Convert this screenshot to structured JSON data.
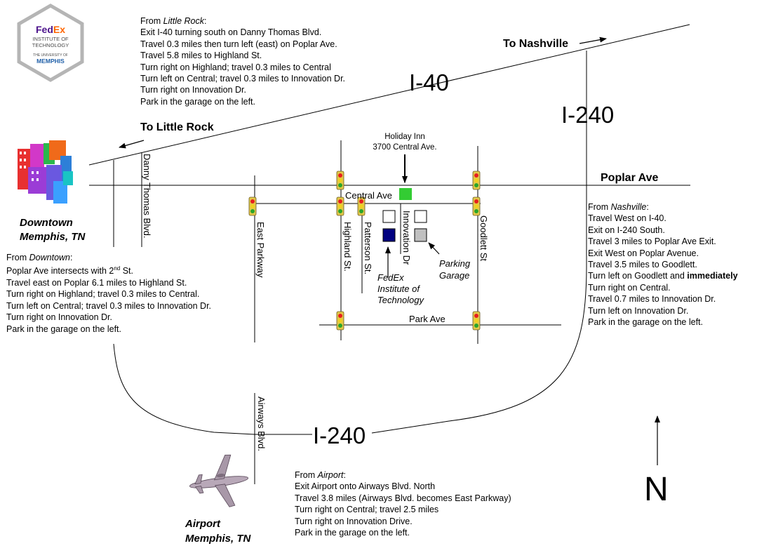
{
  "logo": {
    "brand_fed": "Fed",
    "brand_ex": "Ex",
    "line1": "INSTITUTE OF",
    "line2": "TECHNOLOGY",
    "line3": "THE UNIVERSITY OF",
    "line4": "MEMPHIS"
  },
  "highways": {
    "i40": "I-40",
    "i240_east": "I-240",
    "i240_south": "I-240",
    "to_nashville": "To Nashville",
    "to_little_rock": "To Little Rock"
  },
  "streets": {
    "poplar": "Poplar Ave",
    "central": "Central Ave",
    "park": "Park Ave",
    "danny_thomas": "Danny Thomas Blvd.",
    "east_parkway": "East Parkway",
    "highland": "Highland St.",
    "patterson": "Patterson St.",
    "innovation": "Innovation Dr",
    "goodlett": "Goodlett St",
    "airways": "Airways Blvd."
  },
  "landmarks": {
    "holiday_inn_line1": "Holiday Inn",
    "holiday_inn_line2": "3700 Central Ave.",
    "fedex_line1": "FedEx",
    "fedex_line2": "Institute of",
    "fedex_line3": "Technology",
    "parking_line1": "Parking",
    "parking_line2": "Garage",
    "downtown_line1": "Downtown",
    "downtown_line2": "Memphis, TN",
    "airport_line1": "Airport",
    "airport_line2": "Memphis, TN",
    "north": "N"
  },
  "directions": {
    "little_rock": {
      "prefix": "From ",
      "place": "Little Rock",
      "suffix": ":",
      "steps": [
        "Exit I-40 turning south on Danny Thomas Blvd.",
        "Travel 0.3 miles then turn left (east) on Poplar Ave.",
        "Travel 5.8 miles to Highland St.",
        "Turn right on Highland; travel 0.3 miles to Central",
        "Turn left on Central; travel 0.3 miles to Innovation Dr.",
        "Turn right on Innovation Dr.",
        "Park in the garage on the left."
      ]
    },
    "downtown": {
      "prefix": "From ",
      "place": "Downtown",
      "suffix": ":",
      "step1_pre": "Poplar Ave intersects with 2",
      "step1_sup": "nd",
      "step1_post": " St.",
      "steps": [
        "Travel east on Poplar 6.1 miles to Highland St.",
        "Turn right on Highland; travel 0.3 miles to Central.",
        "Turn left on Central; travel 0.3 miles to Innovation Dr.",
        "Turn right on Innovation Dr.",
        "Park in the garage on the left."
      ]
    },
    "nashville": {
      "prefix": "From ",
      "place": "Nashville",
      "suffix": ":",
      "steps_a": [
        "Travel West on I-40.",
        "Exit on I-240 South.",
        "Travel 3 miles to Poplar Ave Exit.",
        "Exit West on Poplar Avenue.",
        "Travel 3.5 miles to Goodlett."
      ],
      "bold_line_pre": "Turn left on Goodlett and ",
      "bold_line_bold": "immediately",
      "steps_b": [
        "Turn right on Central.",
        "Travel 0.7 miles to Innovation Dr.",
        "Turn left on Innovation Dr.",
        "Park in the garage on the left."
      ]
    },
    "airport": {
      "prefix": "From ",
      "place": "Airport",
      "suffix": ":",
      "steps": [
        "Exit Airport onto Airways Blvd. North",
        "Travel 3.8 miles (Airways Blvd. becomes East Parkway)",
        "Turn right on Central; travel 2.5 miles",
        "Turn right on Innovation Drive.",
        "Park in the garage on the left."
      ]
    }
  },
  "colors": {
    "holiday_inn": "#33cc33",
    "fedex_building": "#000080",
    "parking_garage": "#c0c0c0",
    "fedex_purple": "#4d148c",
    "memphis_blue": "#1f5fa8"
  }
}
